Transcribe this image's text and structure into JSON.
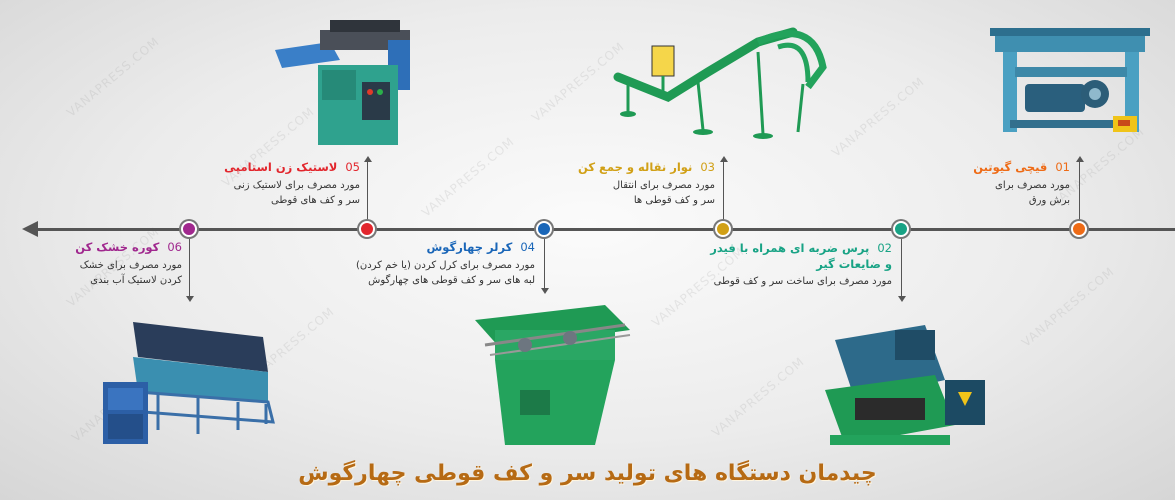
{
  "title": "چیدمان دستگاه های تولید سر و کف قوطی چهارگوش",
  "watermark": "VANAPRESS.COM",
  "steps": [
    {
      "num": "01",
      "title": "قیچی گیوتین",
      "color": "#ee6b16",
      "desc": [
        "مورد مصرف برای",
        "برش ورق"
      ],
      "icon": "guillotine-shear"
    },
    {
      "num": "02",
      "title": "پرس ضربه ای همراه با فیدر و ضایعات گیر",
      "title_lines": [
        "پرس ضربه ای همراه با فیدر",
        "و ضایعات گیر"
      ],
      "color": "#18a385",
      "desc": [
        "مورد مصرف برای ساخت سر و کف قوطی"
      ],
      "icon": "power-press"
    },
    {
      "num": "03",
      "title": "نوار نقاله و جمع کن",
      "color": "#d1a016",
      "desc": [
        "مورد مصرف برای انتقال",
        "سر و کف قوطی ها"
      ],
      "icon": "conveyor"
    },
    {
      "num": "04",
      "title": "کرلر چهارگوش",
      "color": "#1a66b8",
      "desc": [
        "مورد مصرف برای کرل کردن (یا خم کردن)",
        "لبه های سر و کف قوطی های چهارگوش"
      ],
      "icon": "curler-machine"
    },
    {
      "num": "05",
      "title": "لاستیک زن استامپی",
      "color": "#e2262d",
      "desc": [
        "مورد مصرف برای لاستیک زنی",
        "سر و کف های قوطی"
      ],
      "icon": "lining-machine"
    },
    {
      "num": "06",
      "title": "کوره خشک کن",
      "color": "#a0288e",
      "desc": [
        "مورد مصرف برای خشک",
        "کردن لاستیک آب بندی"
      ],
      "icon": "drying-oven"
    }
  ]
}
